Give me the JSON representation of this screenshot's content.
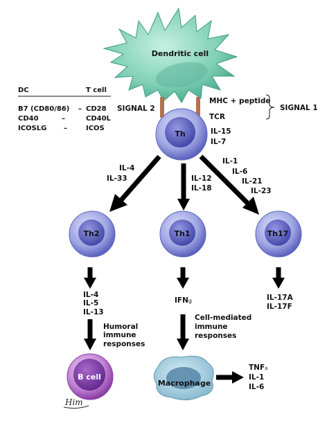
{
  "colors": {
    "dendritic": "#7fd0b4",
    "dendritic_dark": "#3f9b84",
    "t_cell_outer": "#8790d6",
    "t_cell_inner": "#3d43a8",
    "b_cell_outer": "#b36cc6",
    "b_cell_inner": "#6a2b98",
    "macrophage": "#9fc8db",
    "macrophage_nucleus": "#4f7fa4",
    "arrow": "#000000",
    "receptor": "#b2714f"
  },
  "dendritic_cell": {
    "label": "Dendritic cell"
  },
  "table": {
    "header_dc": "DC",
    "header_t": "T cell",
    "rows": [
      {
        "dc": "B7 (CD80/86)",
        "dash": "–",
        "t": "CD28"
      },
      {
        "dc": "CD40",
        "dash": "–",
        "t": "CD40L"
      },
      {
        "dc": "ICOSLG",
        "dash": "–",
        "t": "ICOS"
      }
    ]
  },
  "signal2": "SIGNAL 2",
  "signal1": "SIGNAL 1",
  "mhc_label": "MHC + peptide",
  "tcr_label": "TCR",
  "th_cell": {
    "label": "Th",
    "cytokines": [
      "IL-15",
      "IL-7"
    ]
  },
  "left_branch_cytokines": [
    "IL-4",
    "IL-33"
  ],
  "middle_branch_cytokines": [
    "IL-12",
    "IL-18"
  ],
  "right_branch_cytokines": [
    "IL-1",
    "IL-6",
    "IL-21",
    "IL-23"
  ],
  "th2": {
    "label": "Th2",
    "cytokines": [
      "IL-4",
      "IL-5",
      "IL-13"
    ],
    "response": [
      "Humoral",
      "immune",
      "responses"
    ]
  },
  "th1": {
    "label": "Th1",
    "cytokine_main": "IFN",
    "cytokine_suffix": "g",
    "response": [
      "Cell-mediated",
      "immune",
      "responses"
    ]
  },
  "th17": {
    "label": "Th17",
    "cytokines": [
      "IL-17A",
      "IL-17F"
    ]
  },
  "b_cell": {
    "label": "B cell"
  },
  "macrophage": {
    "label": "Macrophage",
    "outputs": [
      {
        "main": "TNF",
        "suffix": "a"
      },
      {
        "main": "IL-1",
        "suffix": ""
      },
      {
        "main": "IL-6",
        "suffix": ""
      }
    ]
  },
  "signature": "Him"
}
